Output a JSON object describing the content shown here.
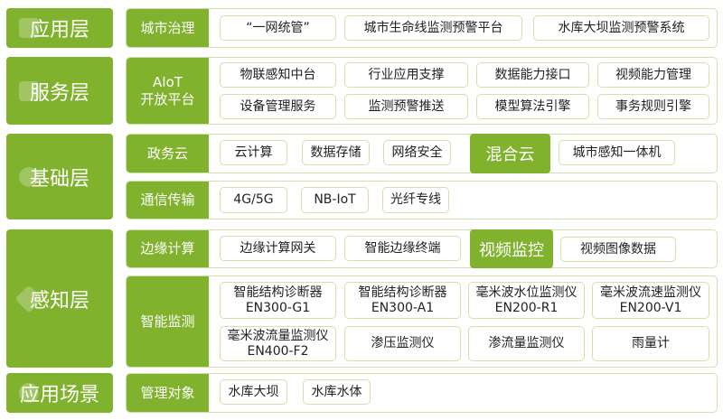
{
  "accent_color": "#80b22e",
  "border_color": "#cfe3ad",
  "layers": {
    "app": "应用层",
    "service": "服务层",
    "base": "基础层",
    "sense": "感知层",
    "scene": "应用场景"
  },
  "rows": {
    "city": {
      "category": "城市治理",
      "items": [
        "“一网统管”",
        "城市生命线监测预警平台",
        "水库大坝监测预警系统"
      ]
    },
    "aiot": {
      "category_line1": "AIoT",
      "category_line2": "开放平台",
      "items": [
        "物联感知中台",
        "行业应用支撑",
        "数据能力接口",
        "视频能力管理",
        "设备管理服务",
        "监测预警推送",
        "模型算法引擎",
        "事务规则引擎"
      ]
    },
    "gov_cloud": {
      "category": "政务云",
      "items": [
        "云计算",
        "数据存储",
        "网络安全"
      ],
      "highlight": "混合云",
      "highlight_items": [
        "城市感知一体机"
      ]
    },
    "comm": {
      "category": "通信传输",
      "items": [
        "4G/5G",
        "NB-IoT",
        "光纤专线"
      ]
    },
    "edge": {
      "category": "边缘计算",
      "items": [
        "边缘计算网关",
        "智能边缘终端"
      ],
      "highlight": "视频监控",
      "highlight_items": [
        "视频图像数据"
      ]
    },
    "monitor": {
      "category": "智能监测",
      "items": [
        {
          "name": "智能结构诊断器",
          "model": "EN300-G1"
        },
        {
          "name": "智能结构诊断器",
          "model": "EN300-A1"
        },
        {
          "name": "毫米波水位监测仪",
          "model": "EN200-R1"
        },
        {
          "name": "毫米波流速监测仪",
          "model": "EN200-V1"
        },
        {
          "name": "毫米波流量监测仪",
          "model": "EN400-F2"
        },
        {
          "name": "渗压监测仪"
        },
        {
          "name": "渗流量监测仪"
        },
        {
          "name": "雨量计"
        }
      ]
    },
    "target": {
      "category": "管理对象",
      "items": [
        "水库大坝",
        "水库水体"
      ]
    }
  }
}
